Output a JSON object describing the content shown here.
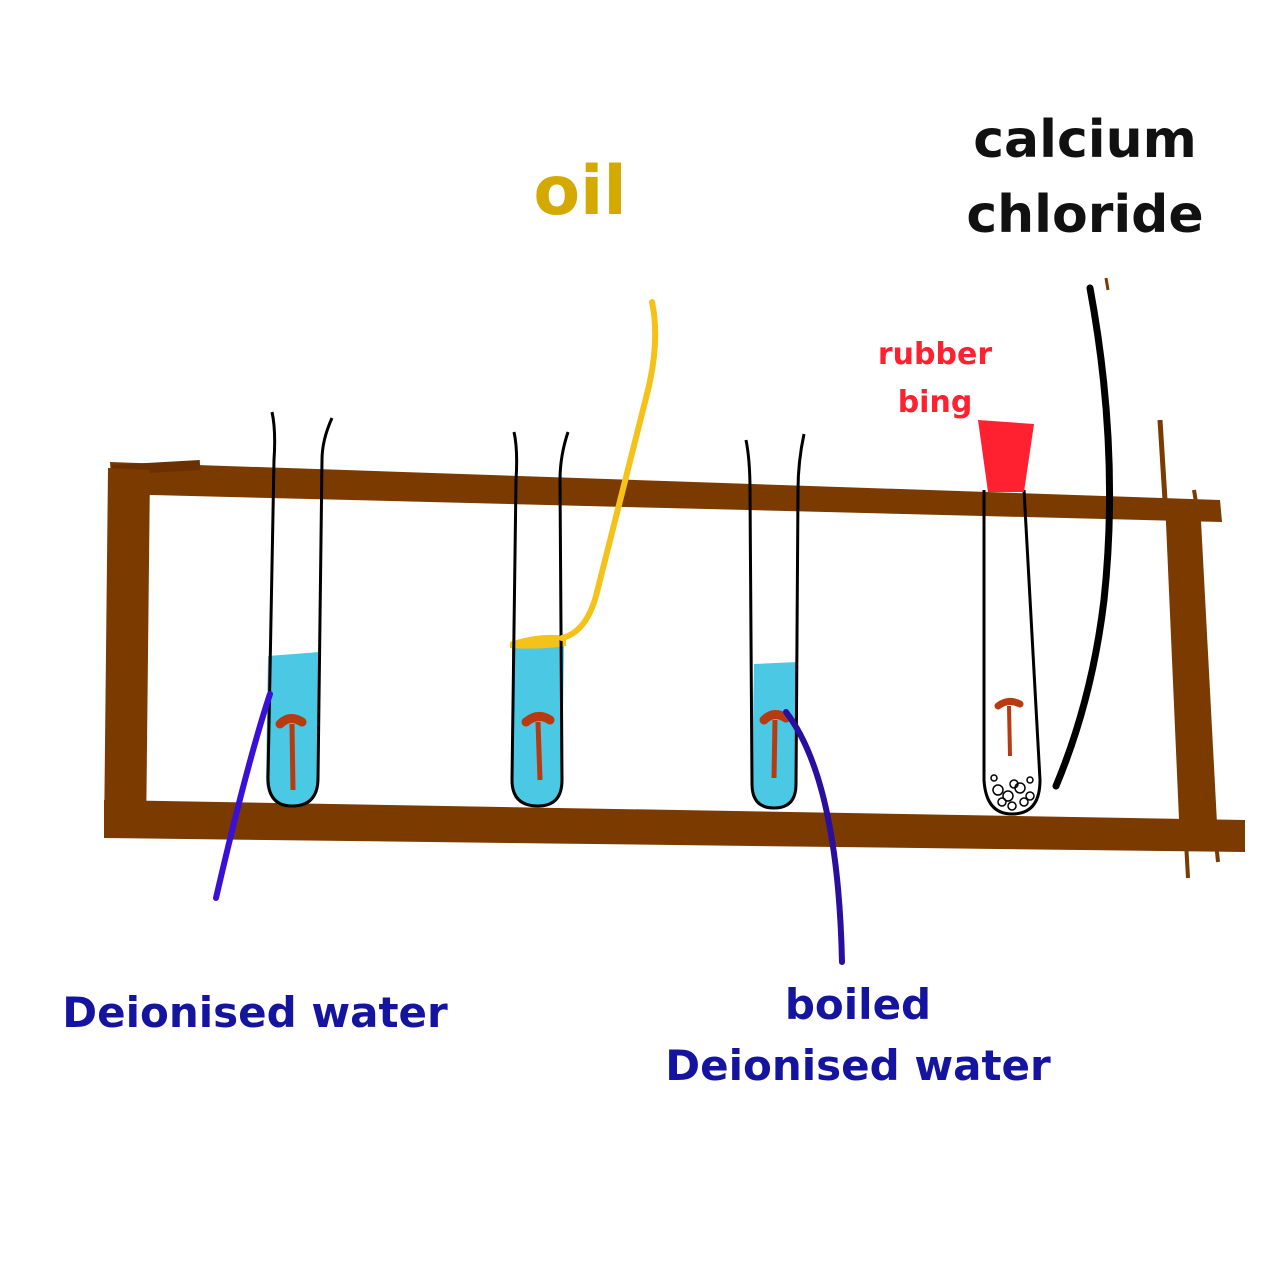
{
  "labels": {
    "oil": "oil",
    "calcium_chloride_line1": "calcium",
    "calcium_chloride_line2": "chloride",
    "rubber_bung_line1": "rubber",
    "rubber_bung_line2": "bing",
    "deionised_water": "Deionised water",
    "boiled_line1": "boiled",
    "boiled_line2": "Deionised water"
  },
  "colors": {
    "rack": "#7a3a00",
    "water": "#4ac8e4",
    "oil": "#f5c21a",
    "oil_label": "#d4aa00",
    "nail": "#b83a10",
    "bung": "#ff2030",
    "water_label": "#1414a0",
    "pointer_blue": "#3a10d8",
    "tube_outline": "#000000",
    "calcium_label": "#111111"
  }
}
